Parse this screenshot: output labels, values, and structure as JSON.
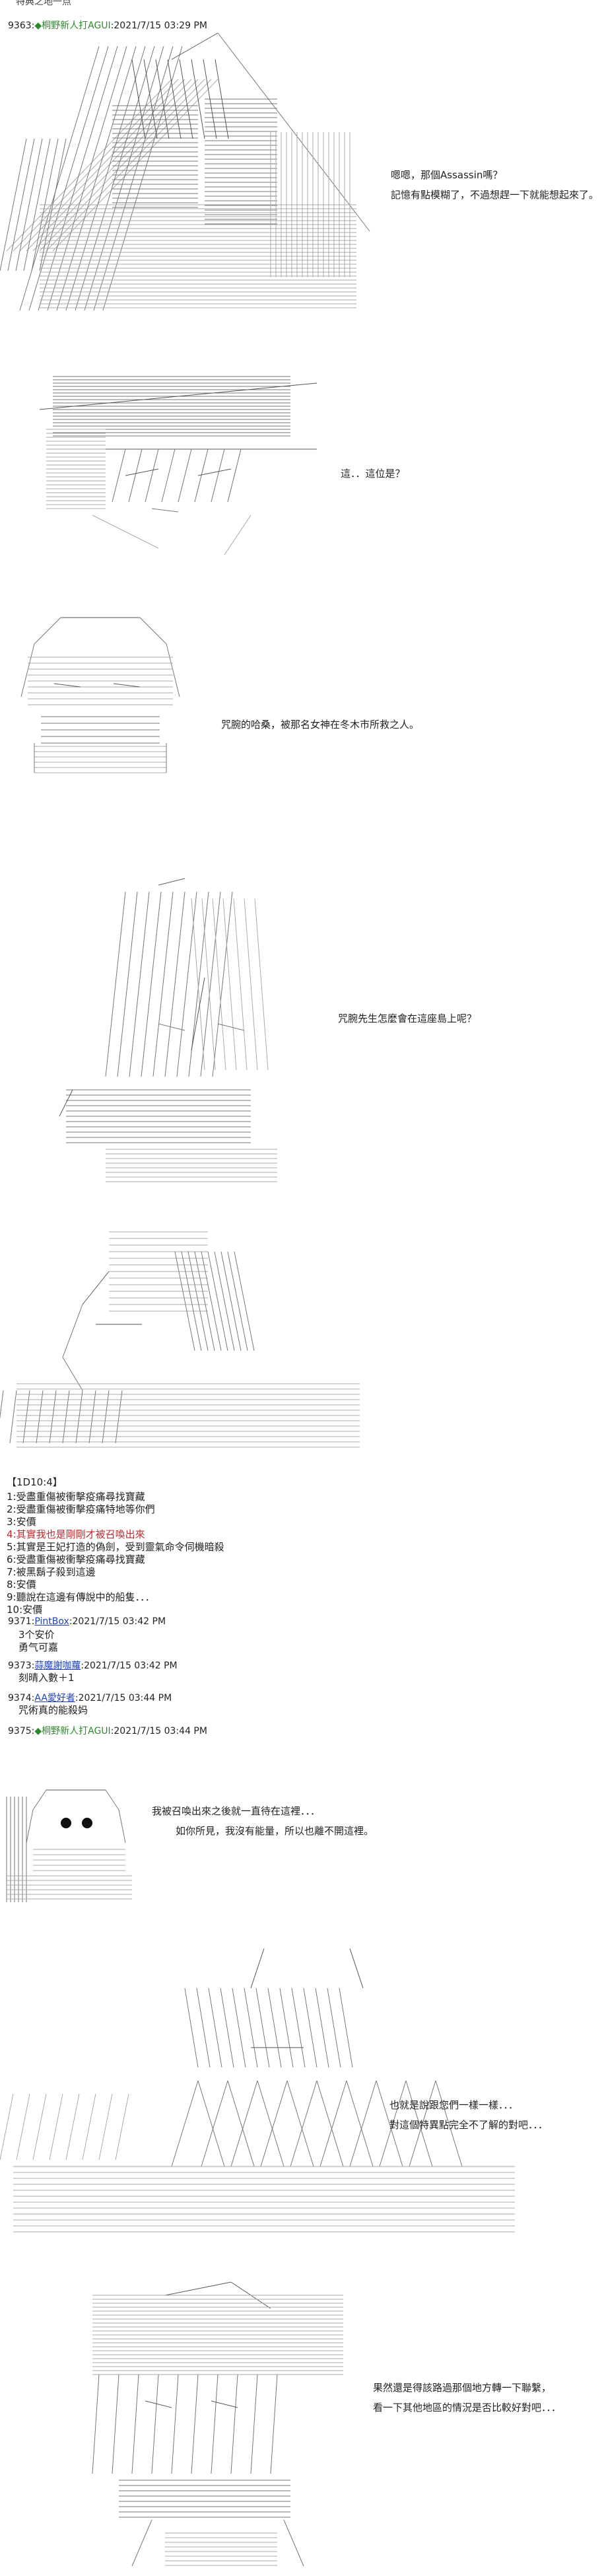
{
  "top_fragment": "特典之地一点",
  "posts": [
    {
      "num": "9363:",
      "name": "◆桐野新人打AGUI",
      "time": ":2021/7/15 03:29 PM"
    },
    {
      "num": "9371:",
      "name": "PintBox",
      "time": ":2021/7/15 03:42 PM",
      "body": [
        "3个安价",
        "勇气可嘉"
      ]
    },
    {
      "num": "9373:",
      "name": "蒜魔謝咖蘿",
      "time": ":2021/7/15 03:42 PM",
      "body": [
        "刻晴入數＋1"
      ]
    },
    {
      "num": "9374:",
      "name": "AA愛好者",
      "time": ":2021/7/15 03:44 PM",
      "body": [
        "咒術真的能殺妈"
      ]
    },
    {
      "num": "9375:",
      "name": "◆桐野新人打AGUI",
      "time": ":2021/7/15 03:44 PM"
    }
  ],
  "dialogues": {
    "d1": [
      "嗯嗯，那個Assassin嗎？",
      "記憶有點模糊了，不過想趕一下就能想起來了。"
    ],
    "d2": [
      "這．．這位是？"
    ],
    "d3": [
      "咒腕的哈桑，被那名女神在冬木市所救之人。"
    ],
    "d4": [
      "咒腕先生怎麼會在這座島上呢？"
    ],
    "d5": [
      "我被召喚出來之後就一直待在這裡．．．",
      "如你所見，我沒有能量，所以也離不開這裡。"
    ],
    "d6": [
      "也就是說跟您們一樣一樣．．．",
      "對這個特異點完全不了解的對吧．．．"
    ],
    "d7": [
      "果然還是得該路過那個地方轉一下聯繫，",
      "看一下其他地區的情況是否比較好對吧．．．"
    ]
  },
  "dice": {
    "header": "【1D10:4】",
    "lines": [
      "1:受盡重傷被衝擊疫痛尋找寶藏",
      "2:受盡重傷被衝擊疫痛特地等你們",
      "3:安價",
      "4:其實我也是剛剛才被召喚出來",
      "5:其實是王妃打造的偽劍，受到靈氣命令伺機暗殺",
      "6:受盡重傷被衝擊疫痛尋找寶藏",
      "7:被黑鬍子殺到這邊",
      "8:安價",
      "9:聽說在這邊有傳說中的船隻．．．",
      "10:安價"
    ],
    "highlight_index": 3
  }
}
